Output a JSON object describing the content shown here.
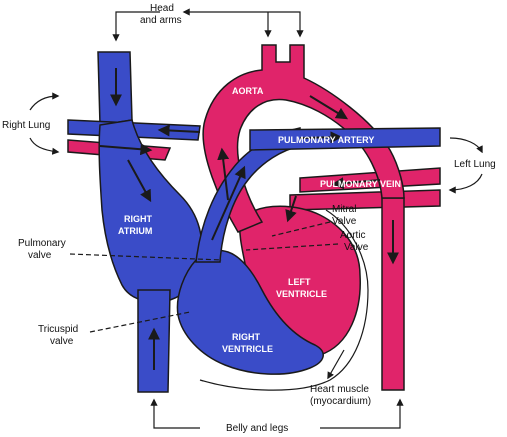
{
  "colors": {
    "deoxygenated": "#3a4cc8",
    "oxygenated": "#e0246a",
    "outline": "#1a1a1a",
    "text": "#111111"
  },
  "labels": {
    "head_arms_1": "Head",
    "head_arms_2": "and arms",
    "right_lung": "Right Lung",
    "left_lung": "Left Lung",
    "aorta": "AORTA",
    "pulmonary_artery": "PULMONARY ARTERY",
    "pulmonary_vein": "PULMONARY VEIN",
    "right_atrium_1": "RIGHT",
    "right_atrium_2": "ATRIUM",
    "mitral_1": "Mitral",
    "mitral_2": "Valve",
    "aortic_1": "Aortic",
    "aortic_2": "Valve",
    "pulmonary_valve_1": "Pulmonary",
    "pulmonary_valve_2": "valve",
    "left_ventricle_1": "LEFT",
    "left_ventricle_2": "VENTRICLE",
    "tricuspid_1": "Tricuspid",
    "tricuspid_2": "valve",
    "right_ventricle_1": "RIGHT",
    "right_ventricle_2": "VENTRICLE",
    "heart_muscle_1": "Heart muscle",
    "heart_muscle_2": "(myocardium)",
    "belly_legs": "Belly and legs"
  }
}
